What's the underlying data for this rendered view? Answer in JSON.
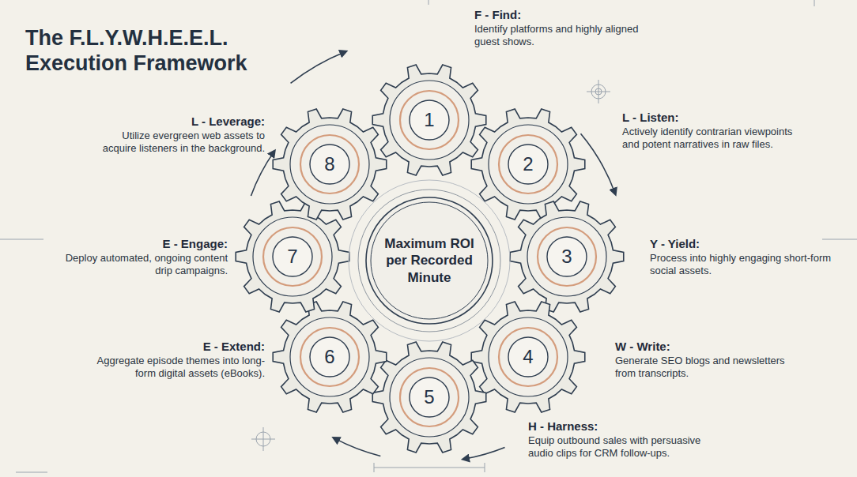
{
  "diagram": {
    "title": "The F.L.Y.W.H.E.E.L. Execution Framework",
    "nodes": [
      {
        "text": [
          "1"
        ]
      },
      {
        "text": [
          "2"
        ]
      },
      {
        "text": [
          "3"
        ]
      },
      {
        "text": [
          "4"
        ]
      },
      {
        "text": [
          "5"
        ]
      },
      {
        "text": [
          "6"
        ]
      },
      {
        "text": [
          "7"
        ]
      },
      {
        "text": [
          "8"
        ]
      },
      {
        "text": [
          "Maximum ROI per Recorded Minute"
        ]
      }
    ],
    "labels": [
      "F - Find:",
      "Identify platforms and highly aligned guest shows.",
      "L - Listen:",
      "Actively identify contrarian viewpoints and potent narratives in raw files.",
      "Y - Yield:",
      "Process into highly engaging short-form social assets.",
      "W - Write:",
      "Generate SEO blogs and newsletters from transcripts.",
      "H - Harness:",
      "Equip outbound sales with persuasive audio clips for CRM follow-ups.",
      "E - Extend:",
      "Aggregate episode themes into long-form digital assets (eBooks).",
      "E - Engage:",
      "Deploy automated, ongoing content drip campaigns.",
      "L - Leverage:",
      "Utilize evergreen web assets to acquire listeners in the background."
    ]
  }
}
